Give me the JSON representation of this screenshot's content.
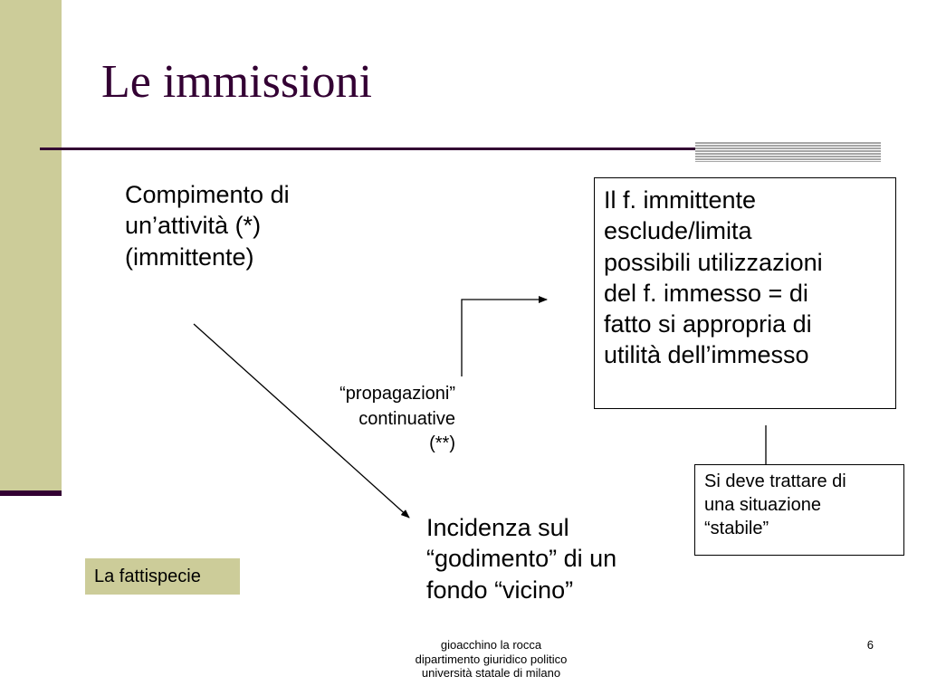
{
  "slide": {
    "title": "Le immissioni",
    "activity_lines": [
      "Compimento di",
      "un’attività (*)",
      "(immittente)"
    ],
    "result_box_lines": [
      "Il f. immittente",
      "esclude/limita",
      "possibili utilizzazioni",
      "del f. immesso = di",
      "fatto si appropria di",
      "utilità dell’immesso"
    ],
    "propagation_lines": [
      "“propagazioni”",
      "continuative",
      "(**)"
    ],
    "incidence_lines": [
      "Incidenza sul",
      "“godimento” di un",
      "fondo “vicino”"
    ],
    "stable_box_lines": [
      "Si deve trattare di",
      "una situazione",
      "“stabile”"
    ],
    "fattispecie_label": "La fattispecie",
    "footer_lines": [
      "gioacchino la rocca",
      "dipartimento giuridico politico",
      "università statale di milano"
    ],
    "page_number": "6"
  },
  "colors": {
    "accent_band": "#cccc99",
    "title_color": "#330033",
    "rule_grey": "#a6a6a6"
  }
}
